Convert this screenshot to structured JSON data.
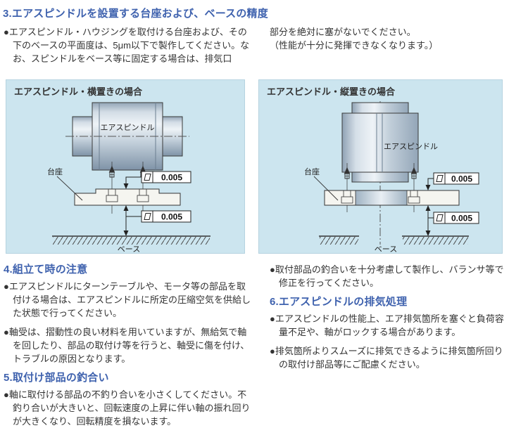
{
  "colors": {
    "heading_blue": "#3f62ae",
    "panel_bg": "#cce5ef",
    "body_text": "#333333",
    "line_dark": "#3a3a3a"
  },
  "section3": {
    "heading": "3.エアスピンドルを設置する台座および、ベースの精度",
    "col_left": "●エアスピンドル・ハウジングを取付ける台座および、その下のベースの平面度は、5μm以下で製作してください。なお、スピンドルをベース等に固定する場合は、排気口",
    "col_right_line1": "部分を絶対に塞がないでください。",
    "col_right_line2": "（性能が十分に発揮できなくなります。）"
  },
  "diagrams": {
    "horizontal": {
      "title": "エアスピンドル・横置きの場合",
      "spindle_label": "エアスピンドル",
      "pedestal_label": "台座",
      "base_label": "ベース",
      "flatness_top": "0.005",
      "flatness_bottom": "0.005"
    },
    "vertical": {
      "title": "エアスピンドル・縦置きの場合",
      "spindle_label": "エアスピンドル",
      "pedestal_label": "台座",
      "base_label": "ベース",
      "flatness_top": "0.005",
      "flatness_bottom": "0.005"
    }
  },
  "section4": {
    "heading": "4.組立て時の注意",
    "bullets": [
      "●エアスピンドルにターンテーブルや、モータ等の部品を取付ける場合は、エアスピンドルに所定の圧縮空気を供給した状態で行ってください。",
      "●軸受は、摺動性の良い材料を用いていますが、無給気で軸を回したり、部品の取付け等を行うと、軸受に傷を付け、トラブルの原因となります。"
    ]
  },
  "section5": {
    "heading": "5.取付け部品の釣合い",
    "bullets": [
      "●軸に取付ける部品の不釣り合いを小さくしてください。不釣り合いが大きいと、回転速度の上昇に伴い軸の振れ回りが大きくなり、回転精度を損ないます。"
    ]
  },
  "right_column": {
    "bullet_top": "●取付部品の釣合いを十分考慮して製作し、バランサ等で修正を行ってください。",
    "section6": {
      "heading": "6.エアスピンドルの排気処理",
      "bullets": [
        "●エアスピンドルの性能上、エア排気箇所を塞ぐと負荷容量不足や、軸がロックする場合があります。",
        "●排気箇所よりスムーズに排気できるように排気箇所回りの取付け部品等にご配慮ください。"
      ]
    }
  }
}
